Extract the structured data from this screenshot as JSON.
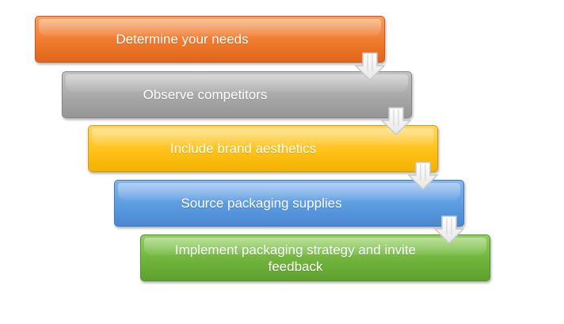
{
  "steps": [
    {
      "label": "Determine your needs",
      "color": "#f07a2e"
    },
    {
      "label": "Observe competitors",
      "color": "#a8a8a8"
    },
    {
      "label": "Include brand aesthetics",
      "color": "#ffc21a"
    },
    {
      "label": "Source packaging supplies",
      "color": "#5b9be0"
    },
    {
      "label": "Implement packaging strategy and invite feedback",
      "color": "#70b43c"
    }
  ],
  "connector_icon": "down-arrow-icon"
}
